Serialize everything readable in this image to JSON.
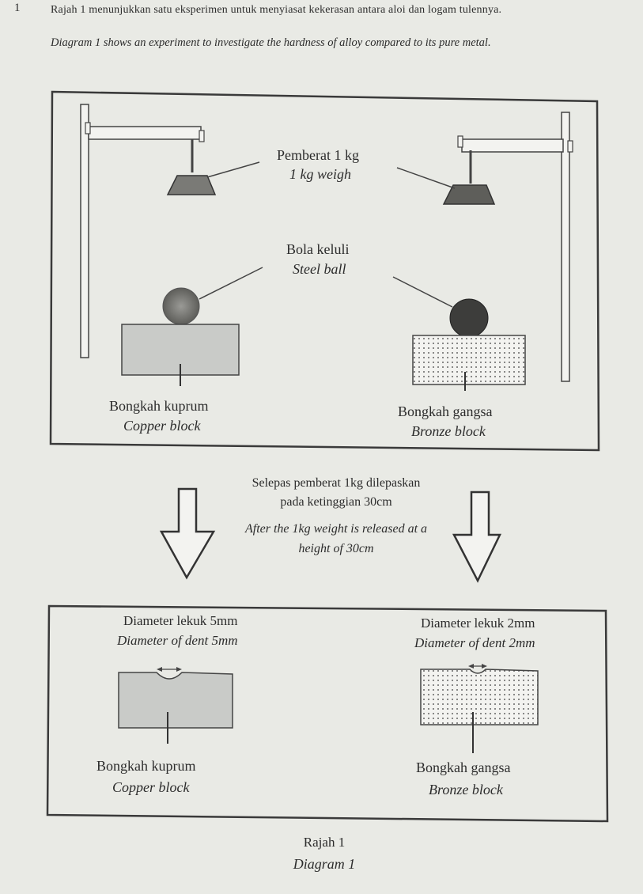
{
  "question": {
    "number": "1",
    "malay": "Rajah 1 menunjukkan satu eksperimen untuk menyiasat kekerasan antara aloi dan logam tulennya.",
    "english": "Diagram 1 shows an experiment to investigate the hardness of alloy compared to its pure metal."
  },
  "top_panel": {
    "weight_malay": "Pemberat 1 kg",
    "weight_english": "1 kg weigh",
    "ball_malay": "Bola keluli",
    "ball_english": "Steel ball",
    "copper_malay": "Bongkah kuprum",
    "copper_english": "Copper block",
    "bronze_malay": "Bongkah gangsa",
    "bronze_english": "Bronze block"
  },
  "transition": {
    "malay_line1": "Selepas pemberat 1kg dilepaskan",
    "malay_line2": "pada ketinggian 30cm",
    "english_line1": "After the 1kg weight is released at a",
    "english_line2": "height of 30cm"
  },
  "bottom_panel": {
    "left_dent_malay": "Diameter lekuk 5mm",
    "left_dent_english": "Diameter of dent 5mm",
    "right_dent_malay": "Diameter lekuk 2mm",
    "right_dent_english": "Diameter of dent 2mm",
    "copper_malay": "Bongkah kuprum",
    "copper_english": "Copper block",
    "bronze_malay": "Bongkah gangsa",
    "bronze_english": "Bronze block"
  },
  "caption": {
    "malay": "Rajah 1",
    "english": "Diagram 1"
  }
}
